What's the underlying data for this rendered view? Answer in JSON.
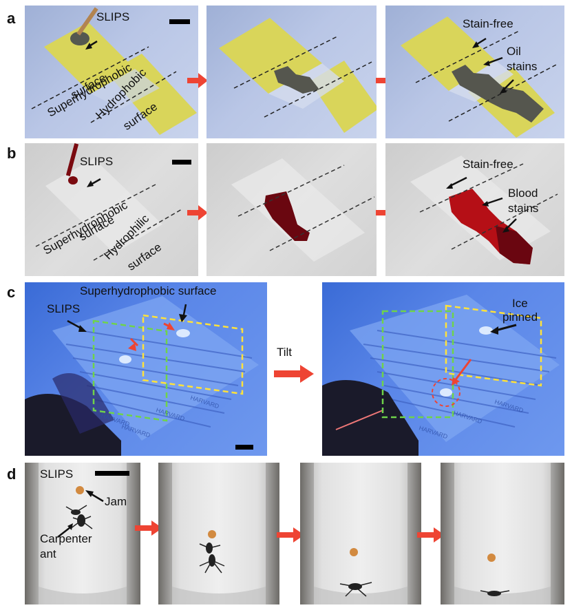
{
  "panels": {
    "a": {
      "letter": "a",
      "labels": {
        "slips": "SLIPS",
        "superhydrophobic": "Superhydrophobic",
        "surface1": "surface",
        "hydrophobic": "Hydrophobic",
        "surface2": "surface",
        "stain_free": "Stain-free",
        "oil": "Oil",
        "stains": "stains"
      }
    },
    "b": {
      "letter": "b",
      "labels": {
        "slips": "SLIPS",
        "superhydrophobic": "Superhydrophobic",
        "surface1": "surface",
        "hydrophilic": "Hydrophilic",
        "surface2": "surface",
        "stain_free": "Stain-free",
        "blood": "Blood",
        "stains": "stains"
      }
    },
    "c": {
      "letter": "c",
      "labels": {
        "superhydrophobic_surface": "Superhydrophobic surface",
        "slips": "SLIPS",
        "tilt": "Tilt",
        "ice": "Ice",
        "pinned": "pinned"
      },
      "mat_text": "HARVARD"
    },
    "d": {
      "letter": "d",
      "labels": {
        "slips": "SLIPS",
        "jam": "Jam",
        "carpenter": "Carpenter",
        "ant": "ant"
      }
    }
  },
  "colors": {
    "arrow_red": "#ee4433",
    "dash_green": "#6fd34a",
    "dash_yellow": "#ffe23a",
    "yellow_slide": "#d8d65a",
    "oil": "#5a5a52",
    "blood": "#8a0a12"
  }
}
